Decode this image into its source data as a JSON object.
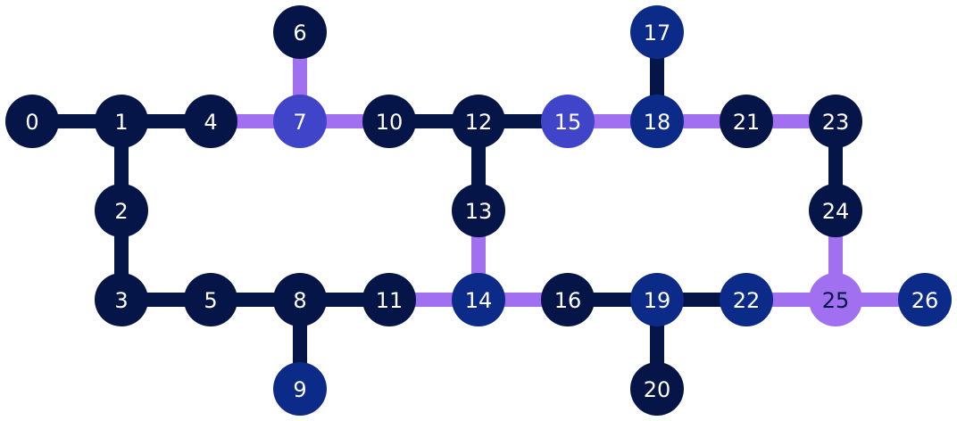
{
  "colors": {
    "dark": "#061548",
    "mid": "#0c2a88",
    "indigo": "#4044c8",
    "lavender": "#a070f0",
    "edge_dark": "#061548",
    "edge_light": "#a070f0",
    "label_light": "#ffffff",
    "label_dark": "#061548"
  },
  "nodes": [
    {
      "id": "0",
      "color": "dark"
    },
    {
      "id": "1",
      "color": "dark"
    },
    {
      "id": "2",
      "color": "dark"
    },
    {
      "id": "3",
      "color": "dark"
    },
    {
      "id": "4",
      "color": "dark"
    },
    {
      "id": "5",
      "color": "dark"
    },
    {
      "id": "6",
      "color": "dark"
    },
    {
      "id": "7",
      "color": "indigo"
    },
    {
      "id": "8",
      "color": "dark"
    },
    {
      "id": "9",
      "color": "mid"
    },
    {
      "id": "10",
      "color": "dark"
    },
    {
      "id": "11",
      "color": "dark"
    },
    {
      "id": "12",
      "color": "dark"
    },
    {
      "id": "13",
      "color": "dark"
    },
    {
      "id": "14",
      "color": "mid"
    },
    {
      "id": "15",
      "color": "indigo"
    },
    {
      "id": "16",
      "color": "dark"
    },
    {
      "id": "17",
      "color": "mid"
    },
    {
      "id": "18",
      "color": "mid"
    },
    {
      "id": "19",
      "color": "mid"
    },
    {
      "id": "20",
      "color": "dark"
    },
    {
      "id": "21",
      "color": "dark"
    },
    {
      "id": "22",
      "color": "mid"
    },
    {
      "id": "23",
      "color": "dark"
    },
    {
      "id": "24",
      "color": "dark"
    },
    {
      "id": "25",
      "color": "lavender"
    },
    {
      "id": "26",
      "color": "mid"
    }
  ],
  "edges": [
    {
      "from": "0",
      "to": "1",
      "color": "edge_dark"
    },
    {
      "from": "1",
      "to": "4",
      "color": "edge_dark"
    },
    {
      "from": "4",
      "to": "7",
      "color": "edge_light"
    },
    {
      "from": "7",
      "to": "10",
      "color": "edge_light"
    },
    {
      "from": "6",
      "to": "7",
      "color": "edge_light"
    },
    {
      "from": "10",
      "to": "12",
      "color": "edge_dark"
    },
    {
      "from": "12",
      "to": "15",
      "color": "edge_dark"
    },
    {
      "from": "15",
      "to": "18",
      "color": "edge_light"
    },
    {
      "from": "17",
      "to": "18",
      "color": "edge_dark"
    },
    {
      "from": "18",
      "to": "21",
      "color": "edge_light"
    },
    {
      "from": "21",
      "to": "23",
      "color": "edge_light"
    },
    {
      "from": "1",
      "to": "2",
      "color": "edge_dark"
    },
    {
      "from": "2",
      "to": "3",
      "color": "edge_dark"
    },
    {
      "from": "12",
      "to": "13",
      "color": "edge_dark"
    },
    {
      "from": "13",
      "to": "14",
      "color": "edge_light"
    },
    {
      "from": "23",
      "to": "24",
      "color": "edge_dark"
    },
    {
      "from": "24",
      "to": "25",
      "color": "edge_light"
    },
    {
      "from": "3",
      "to": "5",
      "color": "edge_dark"
    },
    {
      "from": "5",
      "to": "8",
      "color": "edge_dark"
    },
    {
      "from": "8",
      "to": "11",
      "color": "edge_dark"
    },
    {
      "from": "11",
      "to": "14",
      "color": "edge_light"
    },
    {
      "from": "14",
      "to": "16",
      "color": "edge_light"
    },
    {
      "from": "16",
      "to": "19",
      "color": "edge_dark"
    },
    {
      "from": "19",
      "to": "22",
      "color": "edge_dark"
    },
    {
      "from": "22",
      "to": "25",
      "color": "edge_light"
    },
    {
      "from": "25",
      "to": "26",
      "color": "edge_light"
    },
    {
      "from": "8",
      "to": "9",
      "color": "edge_dark"
    },
    {
      "from": "19",
      "to": "20",
      "color": "edge_dark"
    }
  ]
}
